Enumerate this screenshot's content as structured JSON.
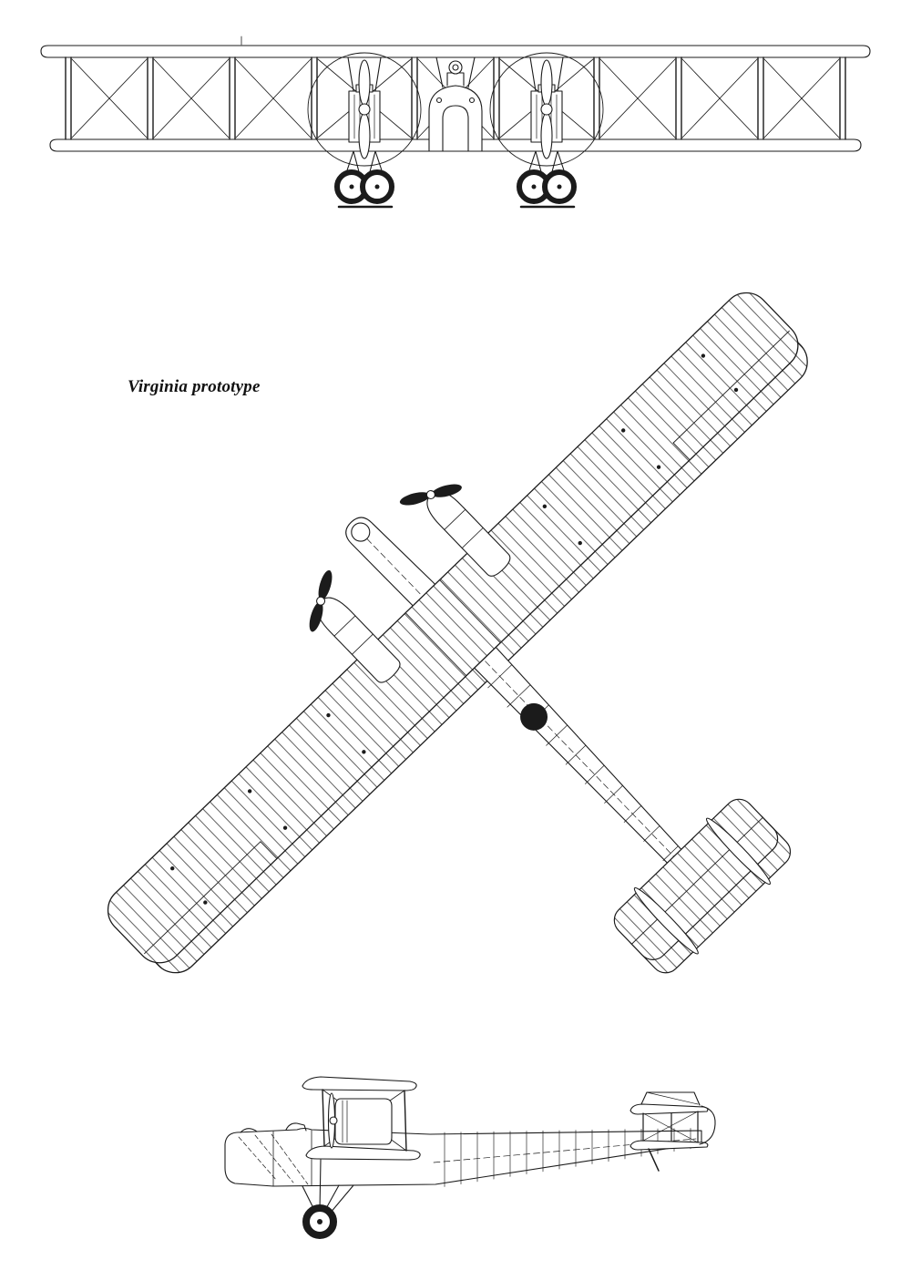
{
  "figure": {
    "label": "Virginia prototype"
  },
  "drawing": {
    "views": {
      "front": "front elevation",
      "plan": "plan view",
      "side": "side elevation"
    }
  },
  "colors": {
    "ink": "#1b1b1b",
    "paper": "#ffffff"
  }
}
